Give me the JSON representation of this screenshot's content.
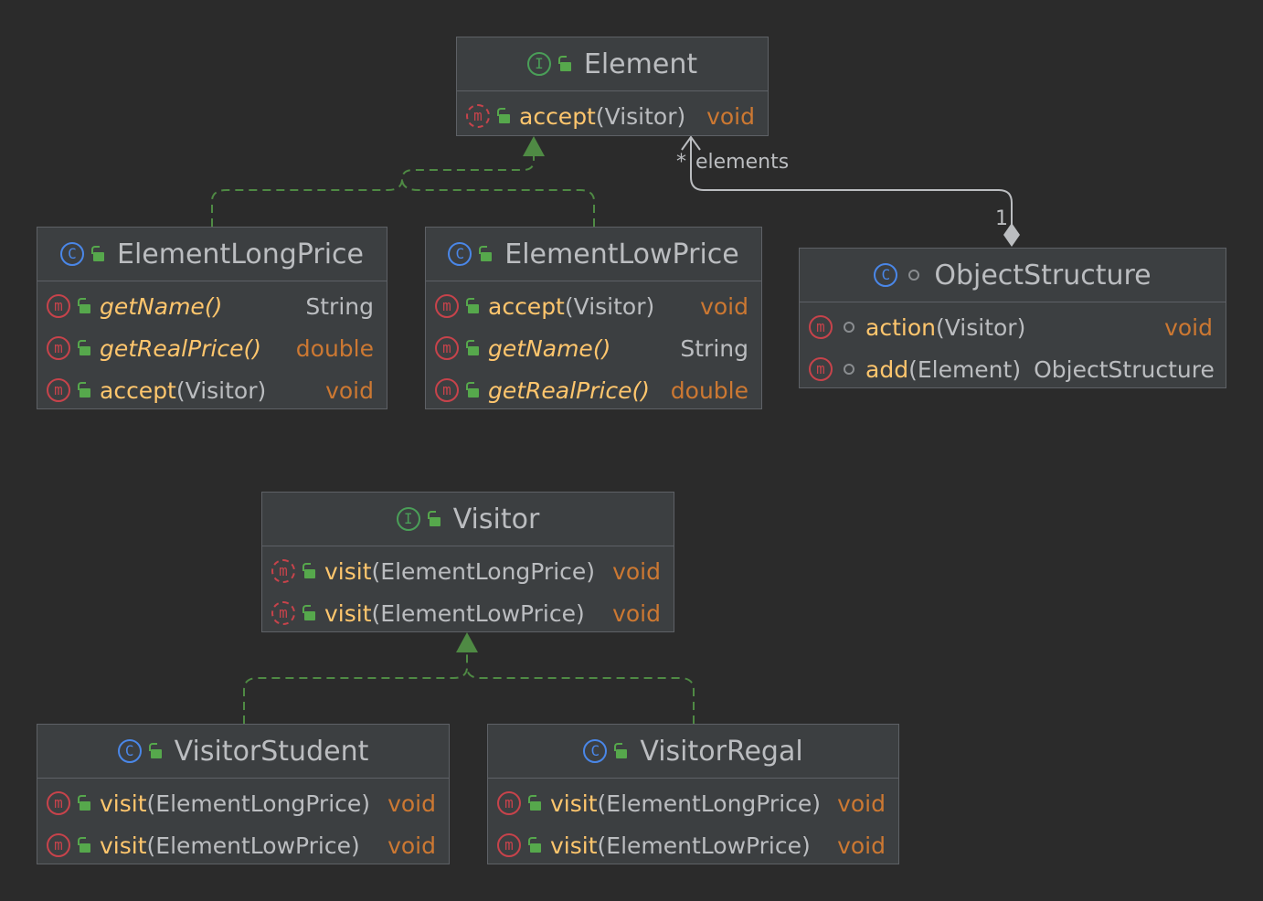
{
  "classes": {
    "element": {
      "name": "Element",
      "kind": "I",
      "methods": [
        {
          "name": "accept",
          "params": "Visitor",
          "ret": "void"
        }
      ]
    },
    "long_price": {
      "name": "ElementLongPrice",
      "kind": "C",
      "methods": [
        {
          "name": "getName",
          "ret": "String"
        },
        {
          "name": "getRealPrice",
          "ret": "double"
        },
        {
          "name": "accept",
          "params": "Visitor",
          "ret": "void"
        }
      ]
    },
    "low_price": {
      "name": "ElementLowPrice",
      "kind": "C",
      "methods": [
        {
          "name": "accept",
          "params": "Visitor",
          "ret": "void"
        },
        {
          "name": "getName",
          "ret": "String"
        },
        {
          "name": "getRealPrice",
          "ret": "double"
        }
      ]
    },
    "object_structure": {
      "name": "ObjectStructure",
      "kind": "C",
      "methods": [
        {
          "name": "action",
          "params": "Visitor",
          "ret": "void"
        },
        {
          "name": "add",
          "params": "Element",
          "ret": "ObjectStructure"
        }
      ]
    },
    "visitor": {
      "name": "Visitor",
      "kind": "I",
      "methods": [
        {
          "name": "visit",
          "params": "ElementLongPrice",
          "ret": "void"
        },
        {
          "name": "visit",
          "params": "ElementLowPrice",
          "ret": "void"
        }
      ]
    },
    "visitor_student": {
      "name": "VisitorStudent",
      "kind": "C",
      "methods": [
        {
          "name": "visit",
          "params": "ElementLongPrice",
          "ret": "void"
        },
        {
          "name": "visit",
          "params": "ElementLowPrice",
          "ret": "void"
        }
      ]
    },
    "visitor_regal": {
      "name": "VisitorRegal",
      "kind": "C",
      "methods": [
        {
          "name": "visit",
          "params": "ElementLongPrice",
          "ret": "void"
        },
        {
          "name": "visit",
          "params": "ElementLowPrice",
          "ret": "void"
        }
      ]
    }
  },
  "relations": {
    "association": {
      "role": "elements",
      "target_mult": "*",
      "source_mult": "1"
    }
  },
  "colors": {
    "background": "#2b2b2b",
    "class_icon": "#4a87e8",
    "interface_icon": "#4a9f58",
    "method_icon": "#c7434b",
    "method_name": "#ffc66d",
    "return_type": "#cc7832",
    "edge_green": "#4f8a44"
  },
  "icons": {
    "class": "class-icon",
    "interface": "interface-icon",
    "method": "method-icon",
    "public": "public-lock-icon",
    "package_private": "package-private-icon"
  }
}
